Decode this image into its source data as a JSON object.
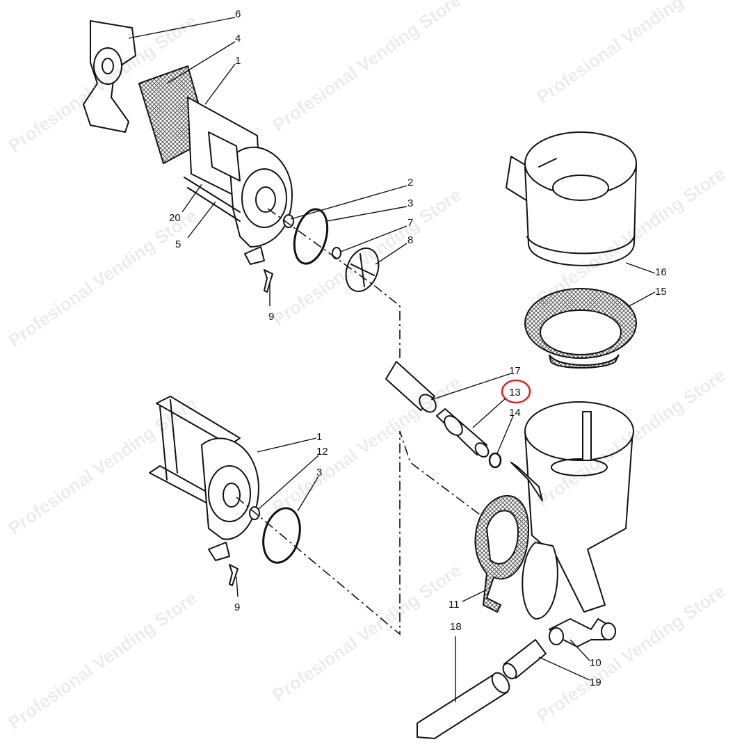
{
  "watermark": "Profesional Vending Store",
  "highlight_color": "#e02020",
  "labels": {
    "l6": "6",
    "l4": "4",
    "l1a": "1",
    "l2": "2",
    "l3a": "3",
    "l7": "7",
    "l8": "8",
    "l9a": "9",
    "l20": "20",
    "l5": "5",
    "l16": "16",
    "l15": "15",
    "l17": "17",
    "l13": "13",
    "l14": "14",
    "l1b": "1",
    "l12": "12",
    "l3b": "3",
    "l9b": "9",
    "l11": "11",
    "l18": "18",
    "l10": "10",
    "l19": "19"
  },
  "highlighted_part": "13"
}
